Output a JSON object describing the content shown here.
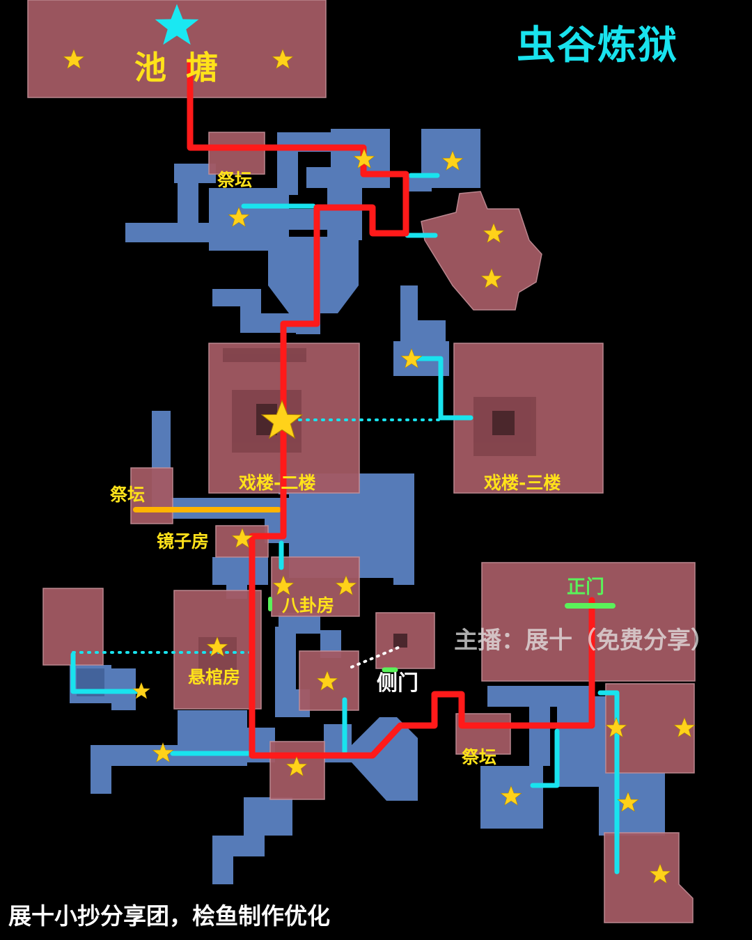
{
  "title": "虫谷炼狱",
  "credit": "展十小抄分享团，桧鱼制作优化",
  "watermark": "主播：展十（免费分享）",
  "rooms": {
    "pond": "池 塘",
    "altar_top": "祭坛",
    "stage_2f": "戏楼-二楼",
    "stage_3f": "戏楼-三楼",
    "altar_left": "祭坛",
    "mirror_room": "镜子房",
    "bagua_room": "八卦房",
    "coffin_room": "悬棺房",
    "side_gate": "侧门",
    "main_gate": "正门",
    "altar_bottom": "祭坛"
  },
  "colors": {
    "title": "#19e3ee",
    "room_label": "#ffe21a",
    "main_route": "#ff1a1a",
    "sub_route": "#19e3ee",
    "alt_route": "#ffb400",
    "gate": "#5af25a",
    "star": "#ffd21a",
    "big_star": "#1ae8f2",
    "room_fill": "#a35a64",
    "corridor_fill": "#5b82c2"
  },
  "icons": {
    "collectible": "star-icon",
    "spawn": "big-star-icon"
  }
}
